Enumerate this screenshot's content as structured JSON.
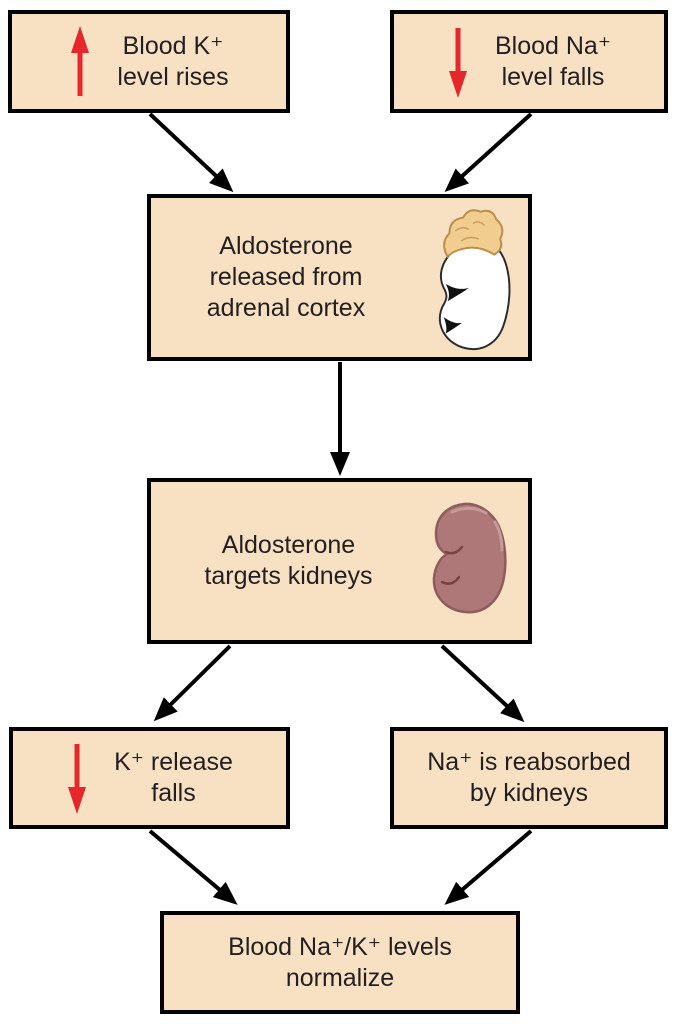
{
  "figure": {
    "type": "flowchart",
    "topic": "Aldosterone regulation of blood Na⁺/K⁺ levels",
    "background": "#ffffff"
  },
  "colors": {
    "box_fill": "#f8e0c3",
    "box_border": "#000000",
    "connector_arrow": "#000000",
    "trend_arrow_red": "#e5262b",
    "text": "#231f20",
    "adrenal_cap_fill": "#f1ce90",
    "adrenal_body_fill": "#ffffff",
    "kidney_fill": "#ae7878"
  },
  "boxes": {
    "blood_k_rises": {
      "lines": [
        "Blood K⁺",
        "level rises"
      ],
      "trend": "up-red-arrow"
    },
    "blood_na_falls": {
      "lines": [
        "Blood Na⁺",
        "level falls"
      ],
      "trend": "down-red-arrow"
    },
    "aldosterone_released": {
      "lines": [
        "Aldosterone",
        "released from",
        "adrenal cortex"
      ],
      "illustration": "adrenal-gland-on-kidney"
    },
    "aldosterone_targets": {
      "lines": [
        "Aldosterone",
        "targets kidneys"
      ],
      "illustration": "kidney"
    },
    "k_release_falls": {
      "lines": [
        "K⁺ release",
        "falls"
      ],
      "trend": "down-red-arrow"
    },
    "na_reabsorbed": {
      "lines": [
        "Na⁺ is reabsorbed",
        "by kidneys"
      ]
    },
    "levels_normalize": {
      "lines": [
        "Blood Na⁺/K⁺ levels",
        "normalize"
      ]
    }
  },
  "edges": [
    {
      "from": "blood_k_rises",
      "to": "aldosterone_released"
    },
    {
      "from": "blood_na_falls",
      "to": "aldosterone_released"
    },
    {
      "from": "aldosterone_released",
      "to": "aldosterone_targets"
    },
    {
      "from": "aldosterone_targets",
      "to": "k_release_falls"
    },
    {
      "from": "aldosterone_targets",
      "to": "na_reabsorbed"
    },
    {
      "from": "k_release_falls",
      "to": "levels_normalize"
    },
    {
      "from": "na_reabsorbed",
      "to": "levels_normalize"
    }
  ]
}
